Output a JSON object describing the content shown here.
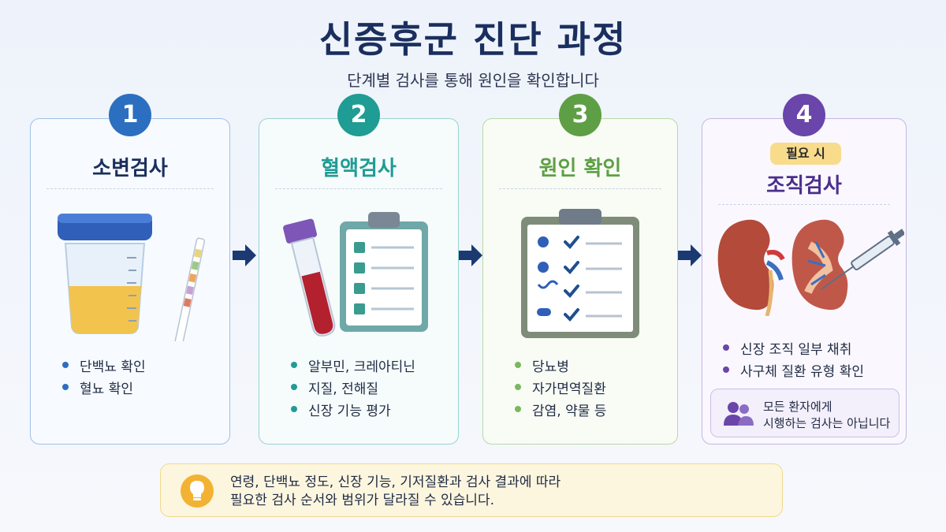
{
  "header": {
    "title": "신증후군 진단 과정",
    "subtitle": "단계별 검사를 통해 원인을 확인합니다"
  },
  "steps": [
    {
      "number": "1",
      "title": "소변검사",
      "color": "#2c6fc0",
      "items": [
        "단백뇨 확인",
        "혈뇨 확인"
      ]
    },
    {
      "number": "2",
      "title": "혈액검사",
      "color": "#1f9c94",
      "items": [
        "알부민, 크레아티닌",
        "지질, 전해질",
        "신장 기능 평가"
      ]
    },
    {
      "number": "3",
      "title": "원인 확인",
      "color": "#5e9f45",
      "items": [
        "당뇨병",
        "자가면역질환",
        "감염, 약물 등"
      ]
    },
    {
      "number": "4",
      "badge": "필요 시",
      "title": "조직검사",
      "color": "#6a45aa",
      "items": [
        "신장 조직 일부 채취",
        "사구체 질환 유형 확인"
      ],
      "note": {
        "line1": "모든 환자에게",
        "line2": "시행하는 검사는 아닙니다"
      }
    }
  ],
  "footer": {
    "line1": "연령, 단백뇨 정도, 신장 기능, 기저질환과 검사 결과에 따라",
    "line2": "필요한 검사 순서와 범위가 달라질 수 있습니다."
  },
  "icons": {
    "urine": "urine-cup-icon",
    "strip": "test-strip-icon",
    "tube": "blood-tube-icon",
    "clipboard": "clipboard-icon",
    "kidney": "kidney-icon",
    "syringe": "syringe-icon",
    "users": "users-icon",
    "bulb": "lightbulb-icon"
  }
}
